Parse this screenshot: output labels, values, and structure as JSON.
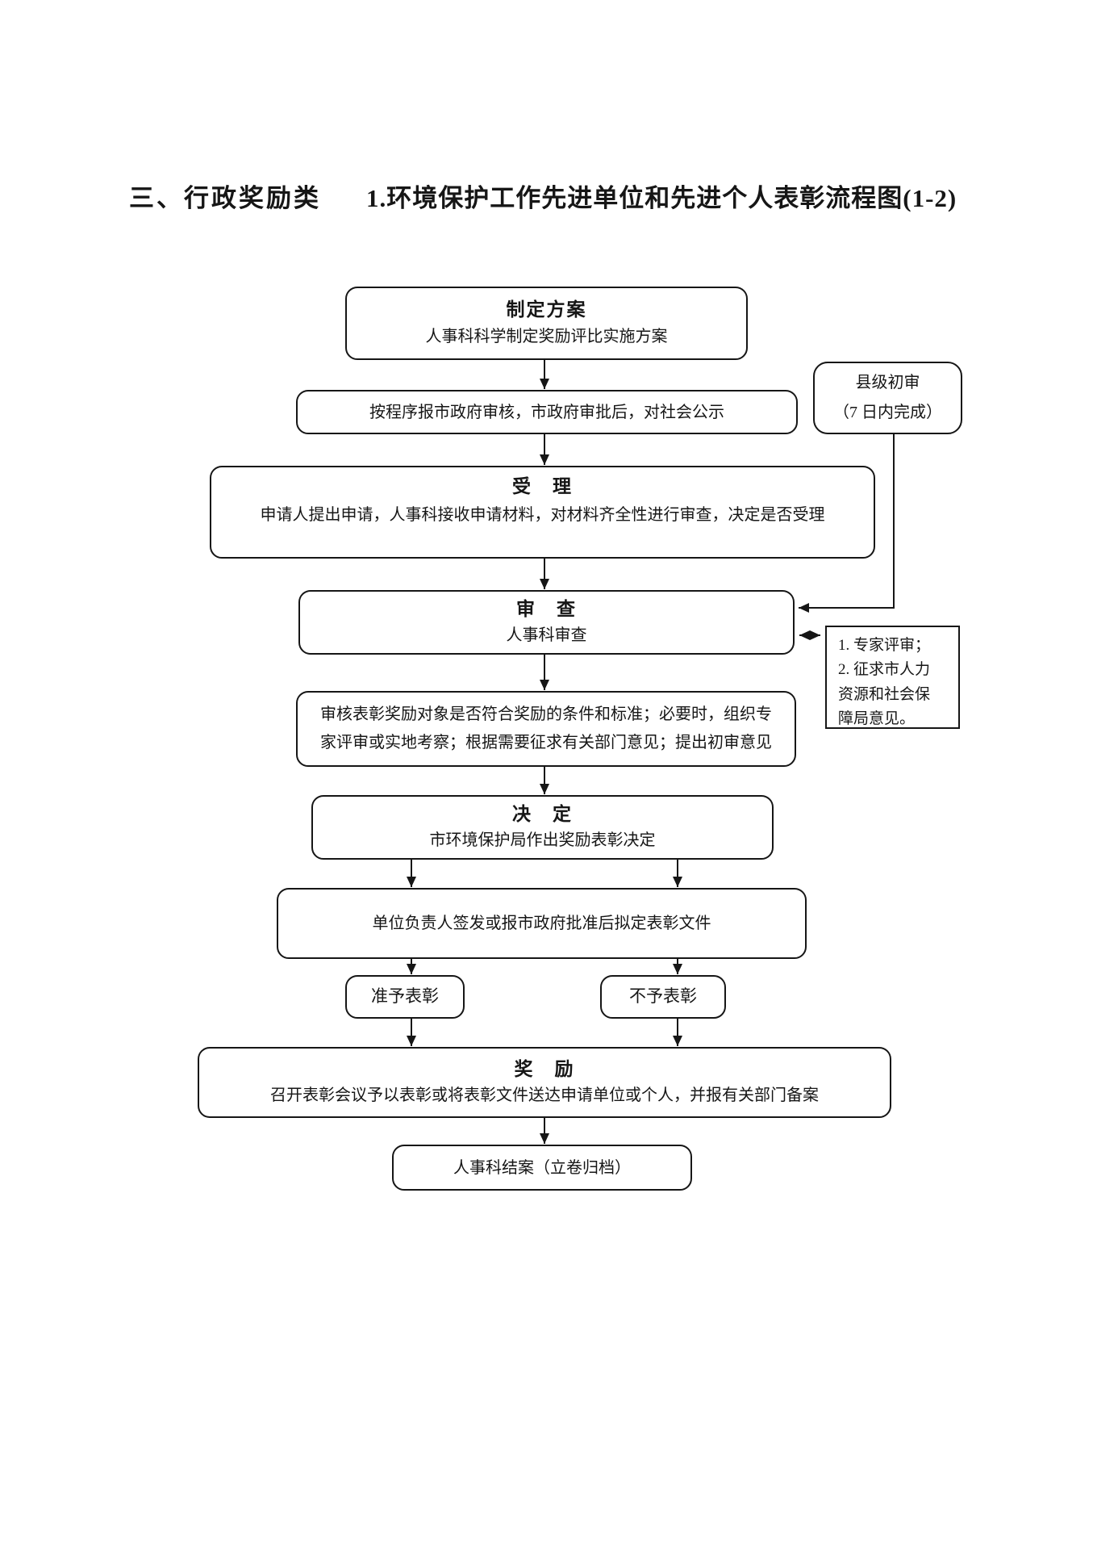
{
  "page": {
    "title_section": "三、行政奖励类",
    "title_main": "1.环境保护工作先进单位和先进个人表彰流程图(1-2)"
  },
  "flowchart": {
    "nodes": {
      "plan": {
        "title": "制定方案",
        "body": "人事科科学制定奖励评比实施方案"
      },
      "report": {
        "body": "按程序报市政府审核，市政府审批后，对社会公示"
      },
      "county": {
        "line1": "县级初审",
        "line2": "（7 日内完成）"
      },
      "accept": {
        "title": "受　理",
        "body": "申请人提出申请，人事科接收申请材料，对材料齐全性进行审查，决定是否受理"
      },
      "review": {
        "title": "审　查",
        "body": "人事科审查"
      },
      "expert": {
        "item1": "1. 专家评审；",
        "item2": "2. 征求市人力资源和社会保障局意见。"
      },
      "check": {
        "body": "审核表彰奖励对象是否符合奖励的条件和标准；必要时，组织专家评审或实地考察；根据需要征求有关部门意见；提出初审意见"
      },
      "decide": {
        "title": "决　定",
        "body": "市环境保护局作出奖励表彰决定"
      },
      "sign": {
        "body": "单位负责人签发或报市政府批准后拟定表彰文件"
      },
      "approve": {
        "label": "准予表彰"
      },
      "deny": {
        "label": "不予表彰"
      },
      "award": {
        "title": "奖　励",
        "body": "召开表彰会议予以表彰或将表彰文件送达申请单位或个人，并报有关部门备案"
      },
      "close": {
        "body": "人事科结案（立卷归档）"
      }
    }
  }
}
